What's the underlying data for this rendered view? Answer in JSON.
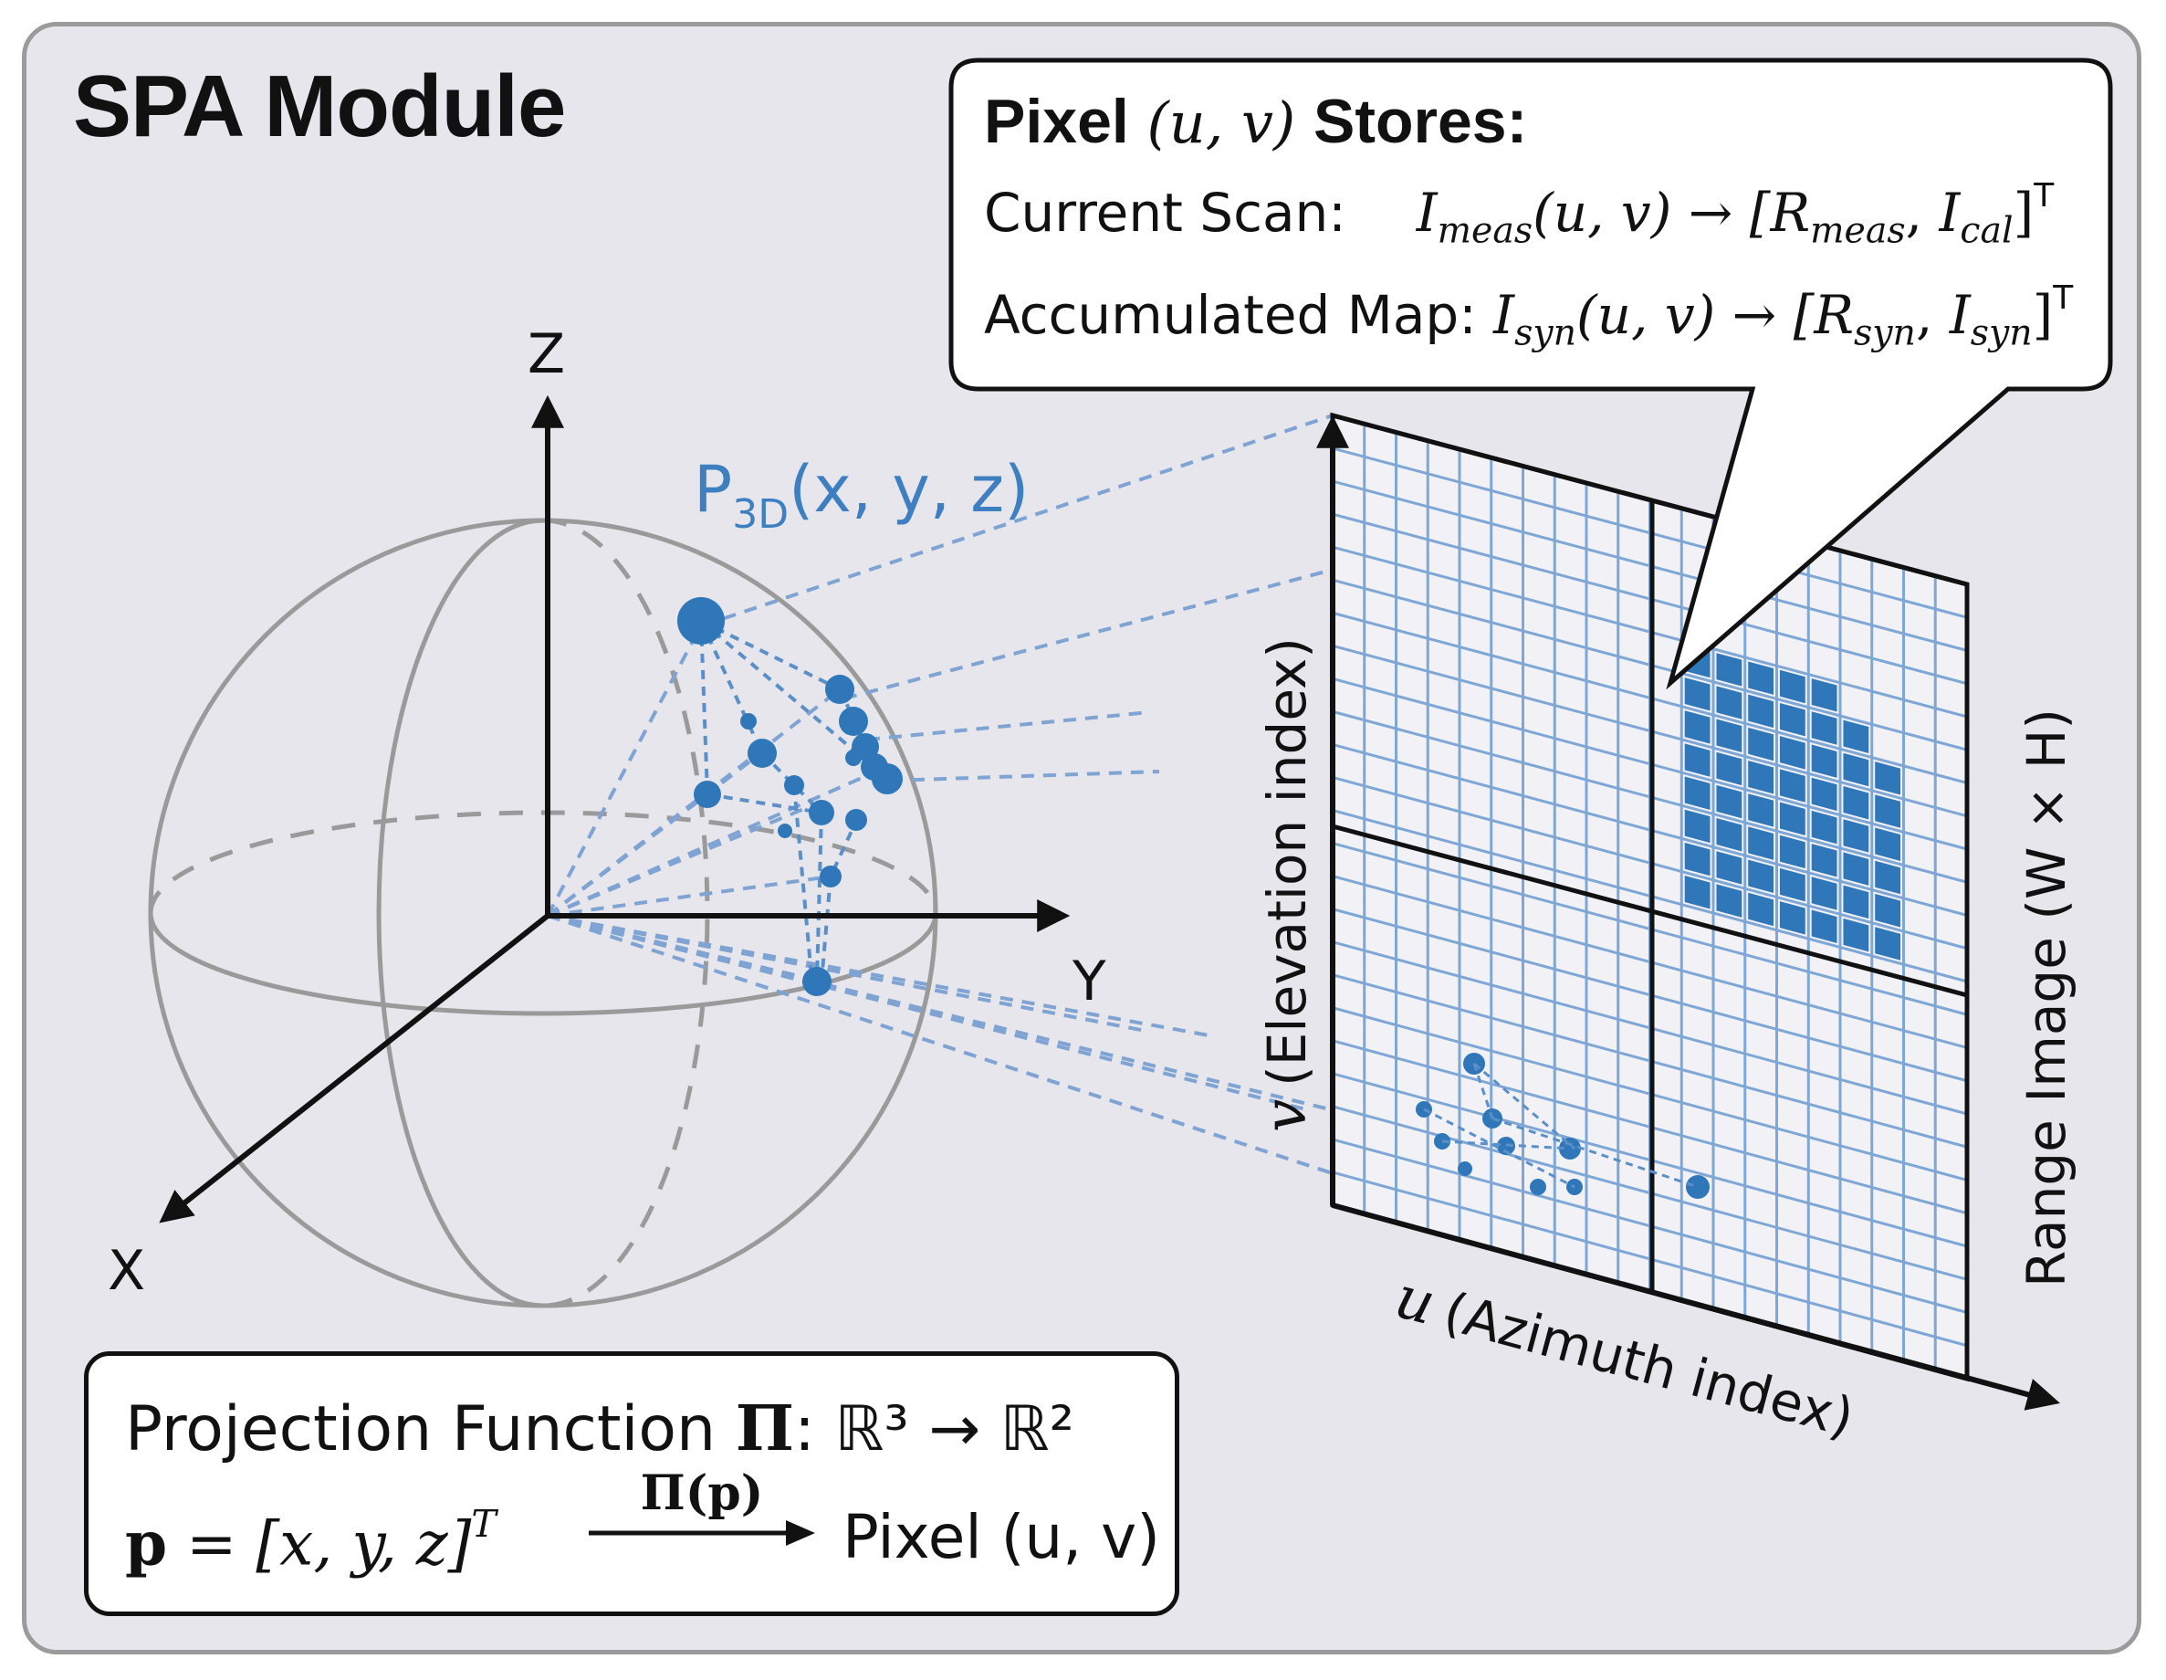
{
  "title": "SPA Module",
  "axes": {
    "x": "X",
    "y": "Y",
    "z": "Z"
  },
  "point_label": {
    "main": "P",
    "sub": "3D",
    "args": "(x, y, z)"
  },
  "callout": {
    "heading_bold": "Pixel",
    "heading_math": "(u, v)",
    "heading_tail": "Stores:",
    "row1_label": "Current Scan:",
    "row1_sym": "I",
    "row1_sub": "meas",
    "row1_args": "(u, v) → [",
    "row1_r": "R",
    "row1_r_sub": "meas",
    "row1_i": "I",
    "row1_i_sub": "cal",
    "row1_close": "]",
    "row1_sup": "T",
    "row2_label": "Accumulated Map:",
    "row2_sym": "I",
    "row2_sub": "syn",
    "row2_args": "(u, v) → [",
    "row2_r": "R",
    "row2_r_sub": "syn",
    "row2_i": "I",
    "row2_i_sub": "syn",
    "row2_close": "]",
    "row2_sup": "T"
  },
  "range_image": {
    "v_symbol": "v",
    "v_label": "(Elevation index)",
    "u_symbol": "u",
    "u_label": "(Azimuth index)",
    "side_label": "Range Image (W × H)"
  },
  "projection": {
    "line1_text": "Projection Function",
    "line1_symbol": "Π",
    "line1_map": ": ℝ³ → ℝ²",
    "line2_lhs_bold": "p",
    "line2_lhs_rest": " = [x, y, z]",
    "line2_sup": "T",
    "arrow_label": "Π(p)",
    "target": "Pixel (u, v)"
  },
  "colors": {
    "accent_blue": "#2f77b8",
    "panel_bg": "#e6e6ec",
    "panel_border": "#9b9b9b",
    "grid_line": "#7fa7d6",
    "text": "#111111"
  }
}
